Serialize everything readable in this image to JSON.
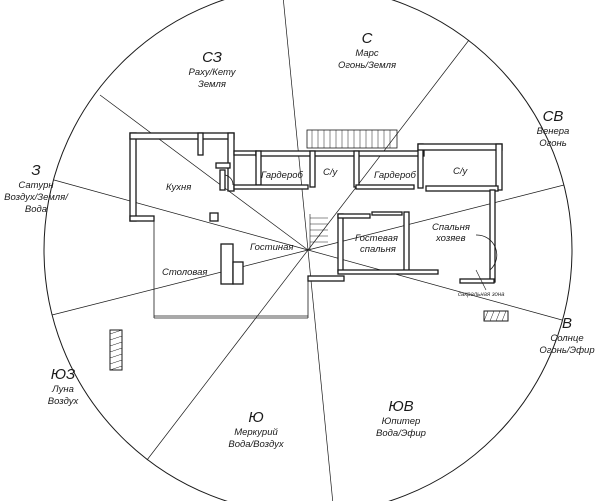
{
  "zones": [
    {
      "id": "n",
      "code": "С",
      "lines": [
        "Марс",
        "Огонь/Земля"
      ]
    },
    {
      "id": "ne",
      "code": "СВ",
      "lines": [
        "Венера",
        "Огонь"
      ]
    },
    {
      "id": "e",
      "code": "В",
      "lines": [
        "Солнце",
        "Огонь/Эфир"
      ]
    },
    {
      "id": "se",
      "code": "ЮВ",
      "lines": [
        "Юпитер",
        "Вода/Эфир"
      ]
    },
    {
      "id": "s",
      "code": "Ю",
      "lines": [
        "Меркурий",
        "Вода/Воздух"
      ]
    },
    {
      "id": "sw",
      "code": "ЮЗ",
      "lines": [
        "Луна",
        "Воздух"
      ]
    },
    {
      "id": "w",
      "code": "З",
      "lines": [
        "Сатурн",
        "Воздух/Земля/",
        "Вода"
      ]
    },
    {
      "id": "nw",
      "code": "СЗ",
      "lines": [
        "Раху/Кету",
        "Земля"
      ]
    }
  ],
  "rooms": {
    "kitchen": "Кухня",
    "wardrobe1": "Гардероб",
    "bath1": "С/у",
    "wardrobe2": "Гардероб",
    "bath2": "С/у",
    "living": "Гостиная",
    "guest_line1": "Гостевая",
    "guest_line2": "спальня",
    "master_line1": "Спальня",
    "master_line2": "хозяев",
    "dining": "Столовая"
  },
  "sacral_zone": "сакральная зона"
}
